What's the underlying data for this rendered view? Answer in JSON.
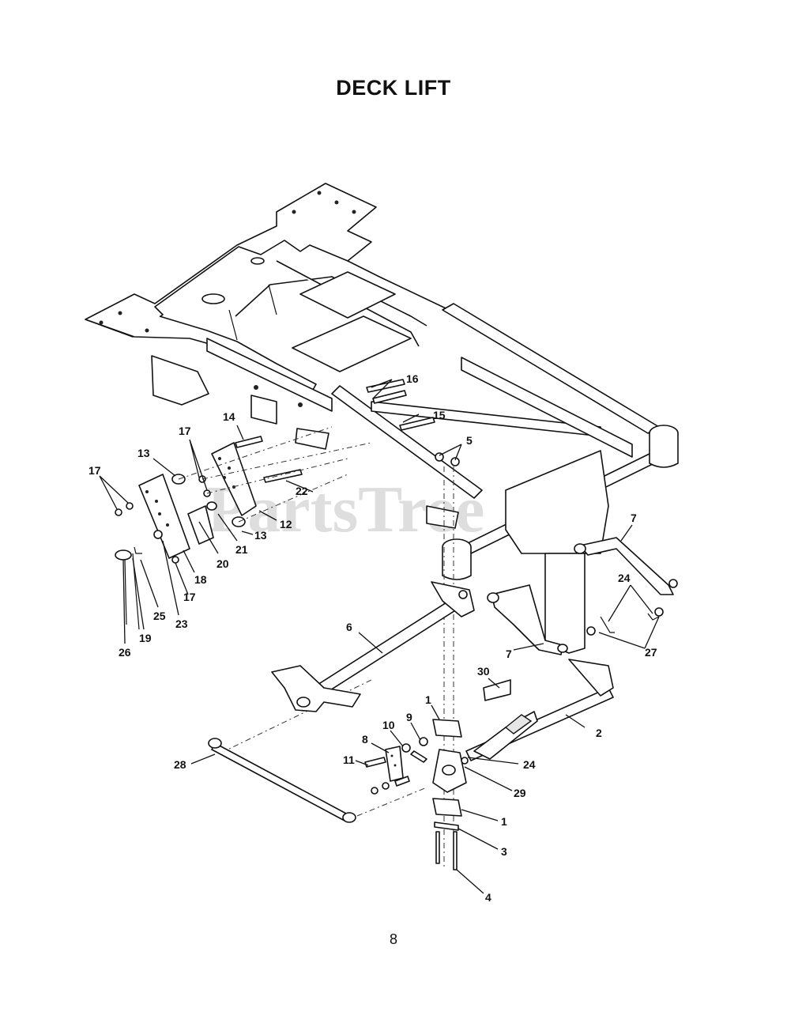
{
  "title": "DECK LIFT",
  "page_number": "8",
  "watermark": "PartsTree",
  "callouts": {
    "c1a": "1",
    "c1b": "1",
    "c2": "2",
    "c3": "3",
    "c4": "4",
    "c5": "5",
    "c6": "6",
    "c7a": "7",
    "c7b": "7",
    "c8": "8",
    "c9": "9",
    "c10": "10",
    "c11": "11",
    "c12": "12",
    "c13a": "13",
    "c13b": "13",
    "c14": "14",
    "c15": "15",
    "c16": "16",
    "c17a": "17",
    "c17b": "17",
    "c17c": "17",
    "c18": "18",
    "c19": "19",
    "c20": "20",
    "c21": "21",
    "c22": "22",
    "c23": "23",
    "c24a": "24",
    "c24b": "24",
    "c25": "25",
    "c26": "26",
    "c27": "27",
    "c28": "28",
    "c29": "29",
    "c30": "30"
  }
}
